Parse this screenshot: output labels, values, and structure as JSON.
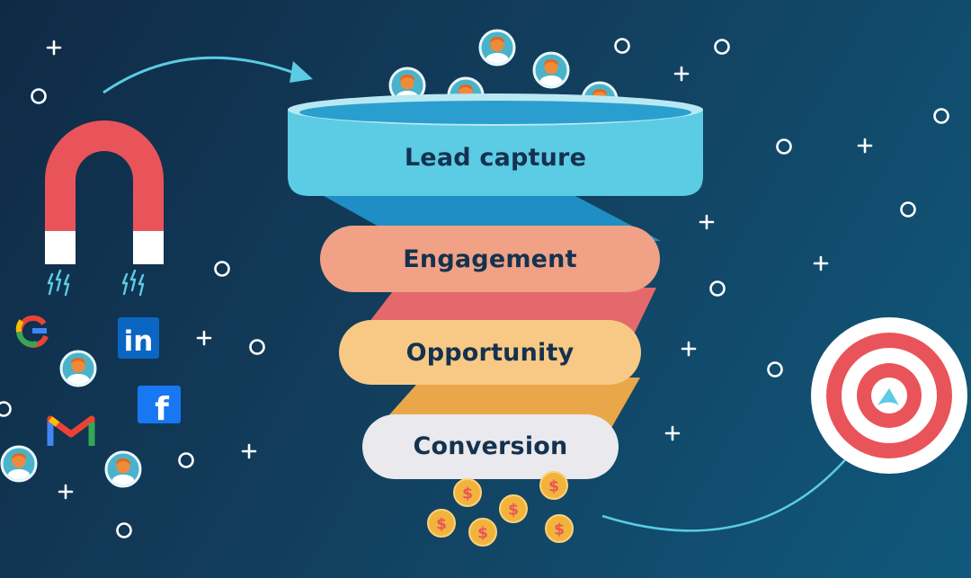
{
  "funnel": {
    "stages": [
      {
        "label": "Lead capture",
        "color": "#5ccbe4"
      },
      {
        "label": "Engagement",
        "color": "#f1a185"
      },
      {
        "label": "Opportunity",
        "color": "#f8c985"
      },
      {
        "label": "Conversion",
        "color": "#e9e9ee"
      }
    ]
  },
  "colors": {
    "background_start": "#0f2a45",
    "background_end": "#10597c",
    "label_text": "#14324f",
    "magnet_red": "#e9545a",
    "coin": "#f2b33d",
    "avatar_face": "#f08a3b"
  },
  "icons": {
    "lead_sources": [
      "google-icon",
      "linkedin-icon",
      "facebook-icon",
      "gmail-icon"
    ],
    "other": [
      "magnet-icon",
      "user-avatar-icon",
      "dollar-coin-icon",
      "target-icon",
      "arrow-icon"
    ]
  }
}
